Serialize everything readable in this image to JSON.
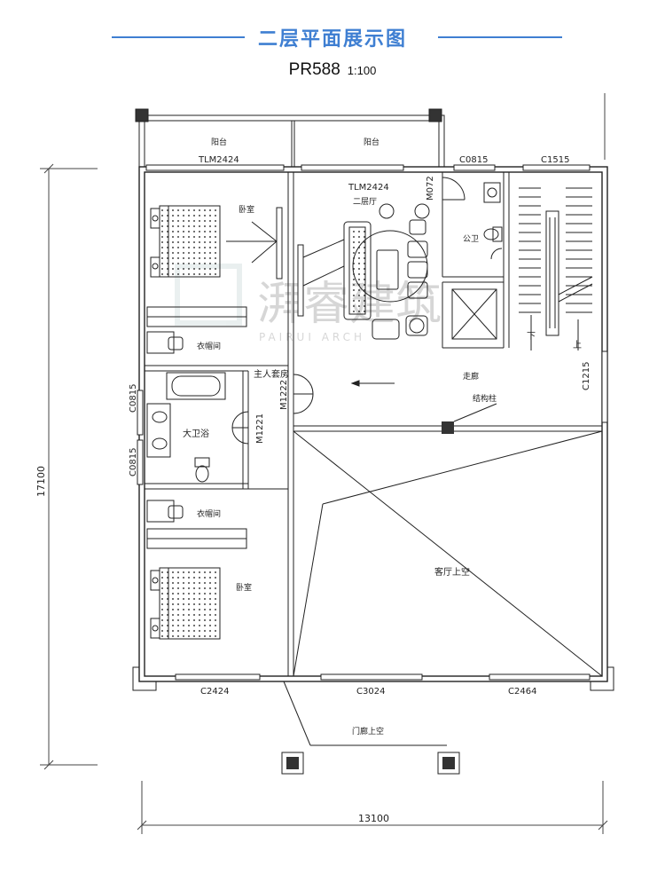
{
  "header": {
    "title": "二层平面展示图",
    "plan_code": "PR588",
    "scale": "1:100"
  },
  "rooms": {
    "balcony_left": "阳台",
    "balcony_right": "阳台",
    "bedroom_top": "卧室",
    "closet_top": "衣帽间",
    "master_suite": "主人套房",
    "bathroom_main": "大卫浴",
    "closet_bottom": "衣帽间",
    "bedroom_bottom": "卧室",
    "living_2f": "二层厅",
    "public_wc": "公卫",
    "corridor": "走廊",
    "column": "结构柱",
    "living_void": "客厅上空",
    "entry_void": "门廊上空",
    "stair_down": "下",
    "stair_up": "上"
  },
  "openings": {
    "tlm_left": "TLM2424",
    "tlm_right": "TLM2424",
    "c0815_top": "C0815",
    "c1515": "C1515",
    "m072": "M072",
    "m1222": "M1222",
    "m1221": "M1221",
    "c0815_left_upper": "C0815",
    "c0815_left_lower": "C0815",
    "c1215": "C1215",
    "c2424": "C2424",
    "c3024": "C3024",
    "c2464": "C2464"
  },
  "dimensions": {
    "height": "17100",
    "width": "13100"
  },
  "watermark": {
    "logo": "湃睿建筑",
    "sub": "PAIRUI ARCH"
  },
  "colors": {
    "accent": "#3f7fd2",
    "line": "#222222"
  }
}
